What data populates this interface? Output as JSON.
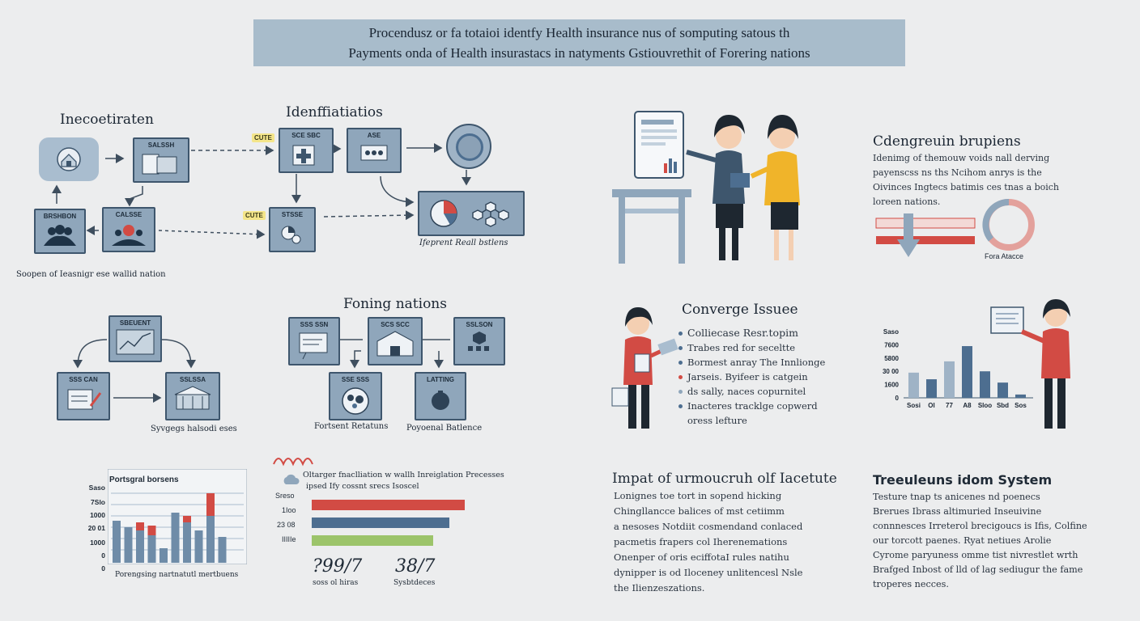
{
  "banner": {
    "line1": "Procendusz or fa totaioi identfy Health insurance nus of somputing satous th",
    "line2": "Payments onda of Health insurastacs in natyments Gstiouvrethit of Forering nations"
  },
  "flow1": {
    "title_left": "Inecoetiraten",
    "title_mid": "Idenffiatiatios",
    "boxes": {
      "b1": "SALSSH",
      "b2": "SCE SBC",
      "b3": "ASE",
      "b4": "BRSHBON",
      "b5": "CALSSE",
      "b6": "STSSE"
    },
    "tag1": "CUTE",
    "tag2": "CUTE",
    "caption_right": "Ifeprent Reall bstlens",
    "caption_left": "Soopen of Ieasnigr ese wallid nation"
  },
  "flow2": {
    "title": "Foning nations",
    "boxes": {
      "a1": "SBEUENT",
      "a2": "SSS CAN",
      "a3": "SSLSSA",
      "c1": "SSS SSN",
      "c2": "SCS SCC",
      "c3": "SSLSON",
      "c4": "SSE SSS",
      "c5": "LATTING"
    },
    "caption_left": "Syvgegs halsodi eses",
    "caption_mid1": "Fortsent Retatuns",
    "caption_mid2": "Poyoenal Batlence"
  },
  "bars_left": {
    "title": "Portsgral borsens",
    "caption": "Porengsing nartnatutl mertbuens",
    "yticks": [
      "Saso",
      "7Slo",
      "1000",
      "20 01",
      "1000",
      "0",
      "0"
    ]
  },
  "hbars": {
    "head1": "Oltarger fnaclliation w wallh Inreiglation Precesses",
    "head2": "ipsed Ify cossnt srecs Isoscel",
    "labels": [
      "Sreso",
      "1Ioo",
      "23 08",
      "IIIIIe"
    ],
    "colors": [
      "#d24b44",
      "#4d6e90",
      "#9cc46a"
    ],
    "stat1": "?99/7",
    "stat1_label": "soss ol hiras",
    "stat2": "38/7",
    "stat2_label": "Sysbtdeces"
  },
  "people_top": {},
  "cdeng": {
    "title": "Cdengreuin brupiens",
    "text": [
      "Idenimg of themouw voids nall derving",
      "payenscss ns ths Ncihom anrys is the",
      "Oivinces Ingtecs batimis ces tnas a boich",
      "loreen nations."
    ],
    "donut_label": "Fora Atacce"
  },
  "coverage": {
    "title": "Converge Issuee",
    "items": [
      {
        "text": "Colliecase Resr.topim",
        "color": "#4d6e90"
      },
      {
        "text": "Trabes red for seceltte",
        "color": "#4d6e90"
      },
      {
        "text": "Bormest anray The Innlionge",
        "color": "#4d6e90"
      },
      {
        "text": "Jarseis. Byifeer is catgein",
        "color": "#d24b44"
      },
      {
        "text": "ds sally, naces copurnitel",
        "color": "#4d6e90"
      },
      {
        "text": "Inacteres tracklge copwerd",
        "color": "#4d6e90"
      },
      {
        "text": "oress lefture",
        "color": null
      }
    ]
  },
  "vbars": {
    "yticks": [
      "Saso",
      "7600",
      "5800",
      "30 00",
      "1600",
      "0"
    ],
    "xticks": [
      "Sosi",
      "Ol",
      "77",
      "A8",
      "Sloo",
      "Sbd",
      "Sos"
    ],
    "values": [
      38,
      28,
      55,
      78,
      40,
      23,
      5
    ]
  },
  "impact": {
    "title": "Impat of urmoucruh olf Iacetute",
    "text": [
      "Lonignes toe tort in sopend hicking",
      "Chingllancce balices of mst cetiimm",
      "a nesoses Notdiit cosmendand conlaced",
      "pacmetis frapers col Iherenemations",
      "Onenper of oris eciffotaI rules natihu",
      "dynipper is od Iloceney unlitencesl Nsle",
      "the Ilienzeszations."
    ]
  },
  "treu": {
    "title": "Treeuleuns idom System",
    "text": [
      "Testure tnap ts anicenes nd poenecs",
      "Brerues Ibrass altimuried Inseuivine",
      "connnesces Irreterol brecigoucs is Ifis, Colfine",
      "our torcott paenes. Ryat netiues Arolie",
      "Cyrome paryuness omme tist nivrestlet wrth",
      "Brafged Inbost of lld of lag sediugur the fame",
      "troperes necces."
    ]
  }
}
